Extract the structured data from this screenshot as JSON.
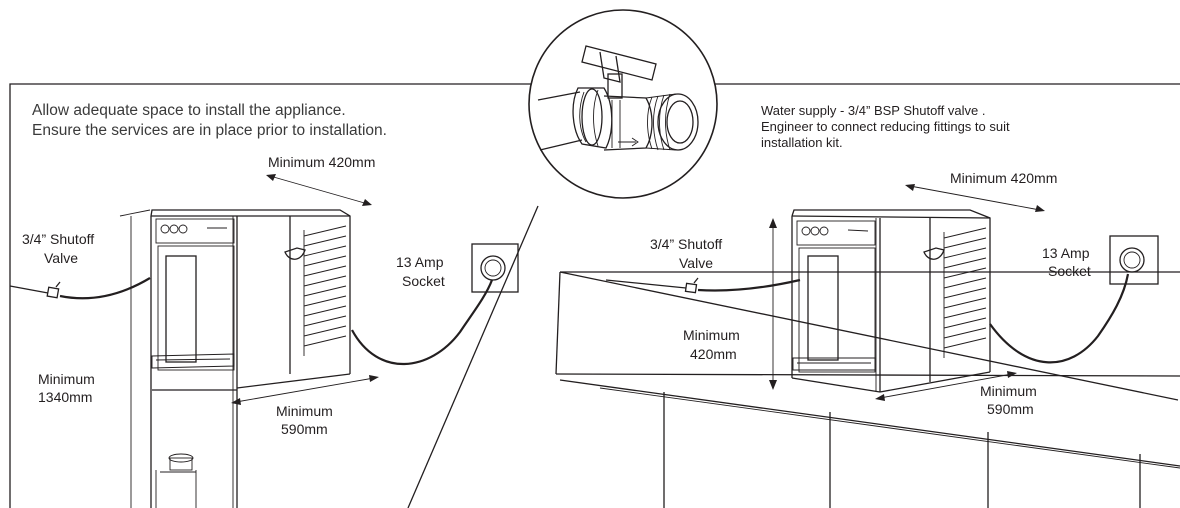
{
  "left_panel": {
    "intro_line1": "Allow adequate space to install the appliance.",
    "intro_line2": "Ensure the services are in place prior to installation.",
    "width_label": "Minimum 420mm",
    "valve_line1": "3/4” Shutoff",
    "valve_line2": "Valve",
    "socket_line1": "13 Amp",
    "socket_line2": "Socket",
    "height_line1": "Minimum",
    "height_line2": "1340mm",
    "depth_line1": "Minimum",
    "depth_line2": "590mm"
  },
  "right_panel": {
    "note_line1": "Water supply - 3/4” BSP Shutoff valve  .",
    "note_line2": "Engineer to connect reducing fittings to suit",
    "note_line3": "installation kit.",
    "width_label": "Minimum 420mm",
    "valve_line1": "3/4” Shutoff",
    "valve_line2": "Valve",
    "socket_line1": "13 Amp",
    "socket_line2": "Socket",
    "height_line1": "Minimum",
    "height_line2": "420mm",
    "depth_line1": "Minimum",
    "depth_line2": "590mm"
  }
}
